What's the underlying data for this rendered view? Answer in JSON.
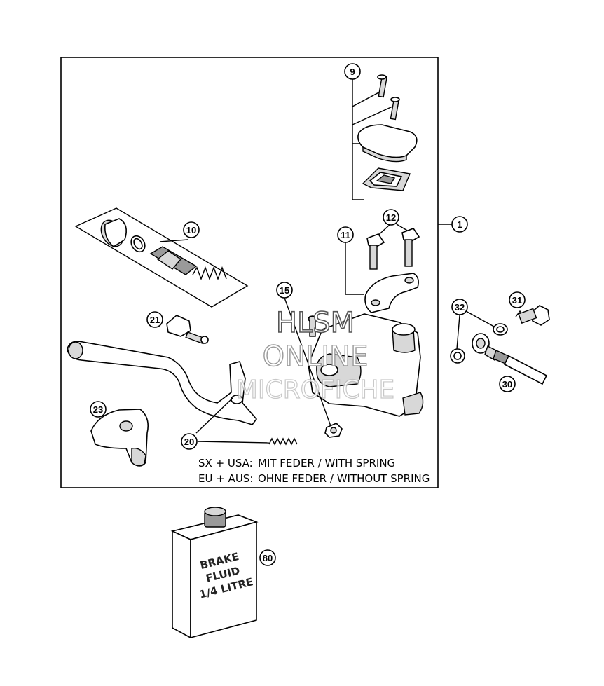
{
  "callouts": {
    "c1": "1",
    "c9": "9",
    "c10": "10",
    "c11": "11",
    "c12": "12",
    "c15": "15",
    "c20": "20",
    "c21": "21",
    "c23": "23",
    "c30": "30",
    "c31": "31",
    "c32": "32",
    "c80": "80"
  },
  "notes": {
    "line1_region": "SX + USA:",
    "line1_text": "MIT FEDER / WITH SPRING",
    "line2_region": "EU + AUS:",
    "line2_text": "OHNE FEDER / WITHOUT SPRING"
  },
  "brake_fluid_can": {
    "line1": "BRAKE",
    "line2": "FLUID",
    "line3": "1/4 LITRE"
  },
  "watermark": {
    "line1": "HLSM",
    "line2": "ONLINE",
    "line3": "MICROFICHE"
  }
}
